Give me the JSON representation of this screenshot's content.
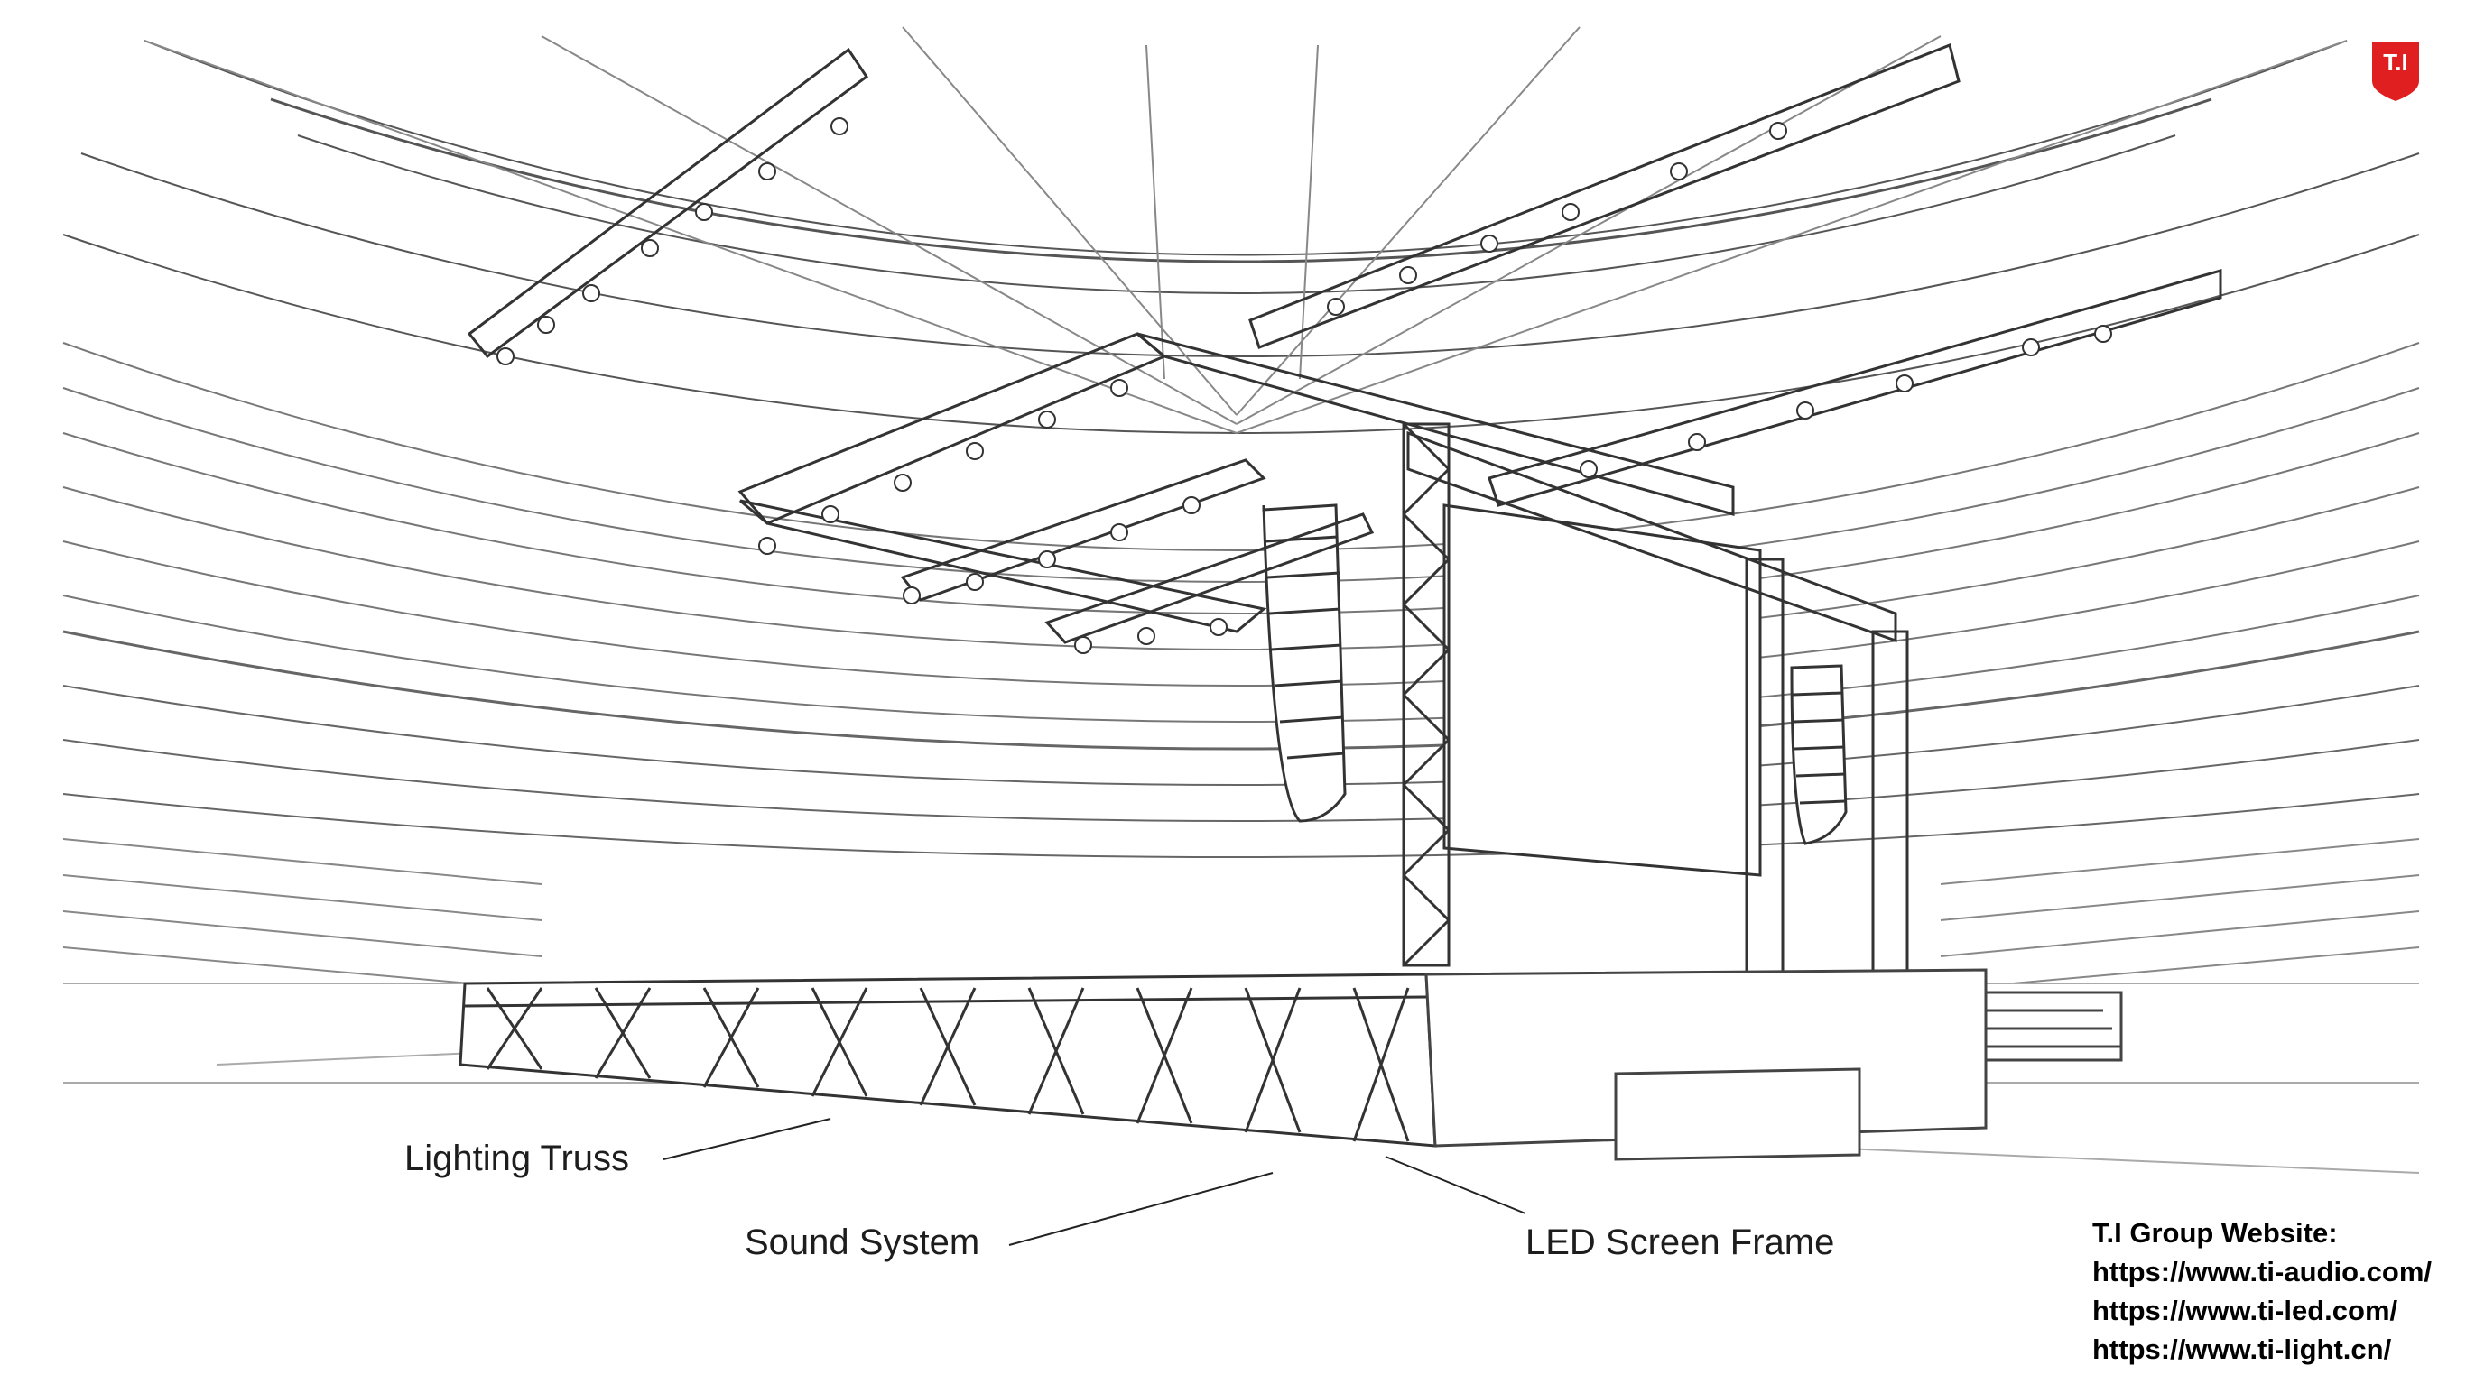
{
  "diagram": {
    "labels": {
      "lighting_truss": "Lighting Truss",
      "sound_system": "Sound System",
      "led_screen_frame": "LED Screen Frame"
    }
  },
  "logo": {
    "text": "T.I",
    "color": "#e02020"
  },
  "website": {
    "heading": "T.I Group Website:",
    "links": [
      "https://www.ti-audio.com/",
      "https://www.ti-led.com/",
      "https://www.ti-light.cn/"
    ]
  },
  "colors": {
    "line": "#3a3a3a",
    "background": "#ffffff"
  }
}
